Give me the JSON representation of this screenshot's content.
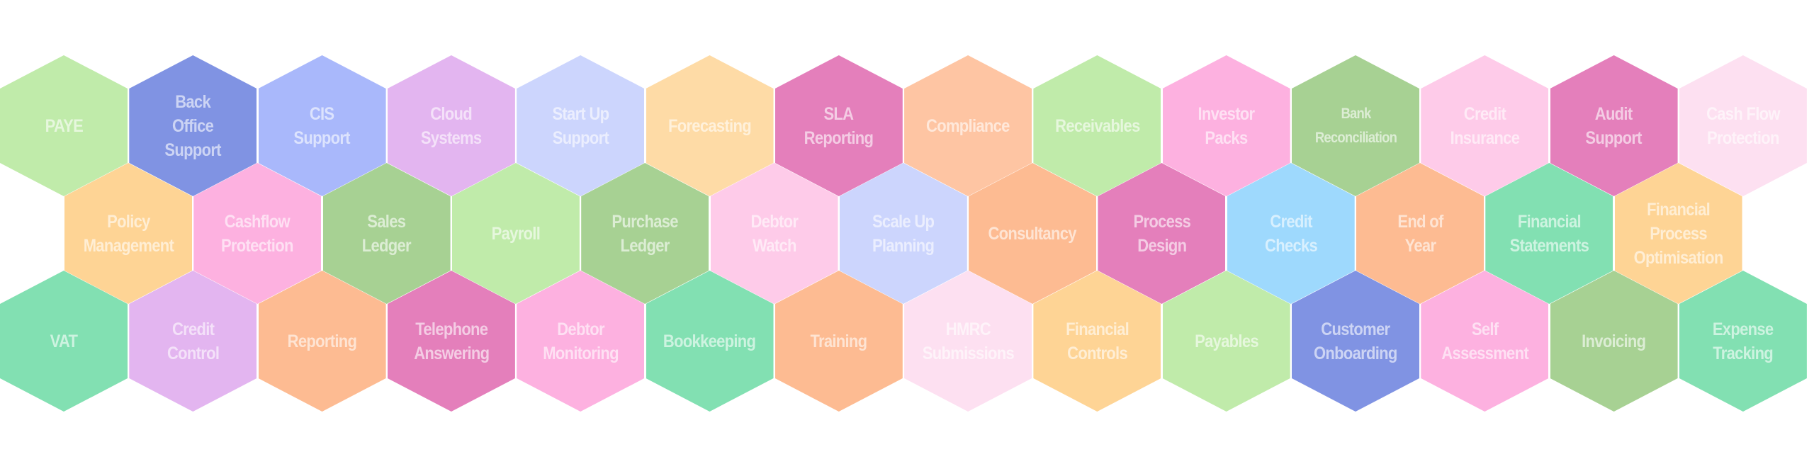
{
  "rows": [
    [
      {
        "label": "PAYE",
        "color": "#c0ebaa"
      },
      {
        "label": "Back\nOffice\nSupport",
        "color": "#8093e3"
      },
      {
        "label": "CIS\nSupport",
        "color": "#a9b8fb"
      },
      {
        "label": "Cloud\nSystems",
        "color": "#e3b5f0"
      },
      {
        "label": "Start Up\nSupport",
        "color": "#ccd5fd"
      },
      {
        "label": "Forecasting",
        "color": "#fedba6"
      },
      {
        "label": "SLA\nReporting",
        "color": "#e47fbb"
      },
      {
        "label": "Compliance",
        "color": "#fec5a3"
      },
      {
        "label": "Receivables",
        "color": "#c0ebaa"
      },
      {
        "label": "Investor\nPacks",
        "color": "#fdb1e0"
      },
      {
        "label": "Bank\nReconciliation",
        "color": "#a7d193",
        "small": true
      },
      {
        "label": "Credit\nInsurance",
        "color": "#fecbe9"
      },
      {
        "label": "Audit\nSupport",
        "color": "#e47fbb"
      },
      {
        "label": "Cash Flow\nProtection",
        "color": "#fde0f1"
      }
    ],
    [
      {
        "label": "Policy\nManagement",
        "color": "#fed495"
      },
      {
        "label": "Cashflow\nProtection",
        "color": "#fdb1e0"
      },
      {
        "label": "Sales\nLedger",
        "color": "#a7d193"
      },
      {
        "label": "Payroll",
        "color": "#c0ebaa"
      },
      {
        "label": "Purchase\nLedger",
        "color": "#a7d193"
      },
      {
        "label": "Debtor\nWatch",
        "color": "#fecbe9"
      },
      {
        "label": "Scale Up\nPlanning",
        "color": "#ccd5fd"
      },
      {
        "label": "Consultancy",
        "color": "#fdbb92"
      },
      {
        "label": "Process\nDesign",
        "color": "#e47fbb"
      },
      {
        "label": "Credit\nChecks",
        "color": "#9ed9fd"
      },
      {
        "label": "End of\nYear",
        "color": "#fdbb92"
      },
      {
        "label": "Financial\nStatements",
        "color": "#82e0b2"
      },
      {
        "label": "Financial\nProcess\nOptimisation",
        "color": "#fed495"
      }
    ],
    [
      {
        "label": "VAT",
        "color": "#82e0b2"
      },
      {
        "label": "Credit\nControl",
        "color": "#e3b5f0"
      },
      {
        "label": "Reporting",
        "color": "#fdbb92"
      },
      {
        "label": "Telephone\nAnswering",
        "color": "#e47fbb"
      },
      {
        "label": "Debtor\nMonitoring",
        "color": "#fdb1e0"
      },
      {
        "label": "Bookkeeping",
        "color": "#82e0b2"
      },
      {
        "label": "Training",
        "color": "#fdbb92"
      },
      {
        "label": "HMRC\nSubmissions",
        "color": "#fde0f1"
      },
      {
        "label": "Financial\nControls",
        "color": "#fed495"
      },
      {
        "label": "Payables",
        "color": "#c0ebaa"
      },
      {
        "label": "Customer\nOnboarding",
        "color": "#8093e3"
      },
      {
        "label": "Self\nAssessment",
        "color": "#fdb1e0"
      },
      {
        "label": "Invoicing",
        "color": "#a7d193"
      },
      {
        "label": "Expense\nTracking",
        "color": "#82e0b2"
      }
    ]
  ]
}
